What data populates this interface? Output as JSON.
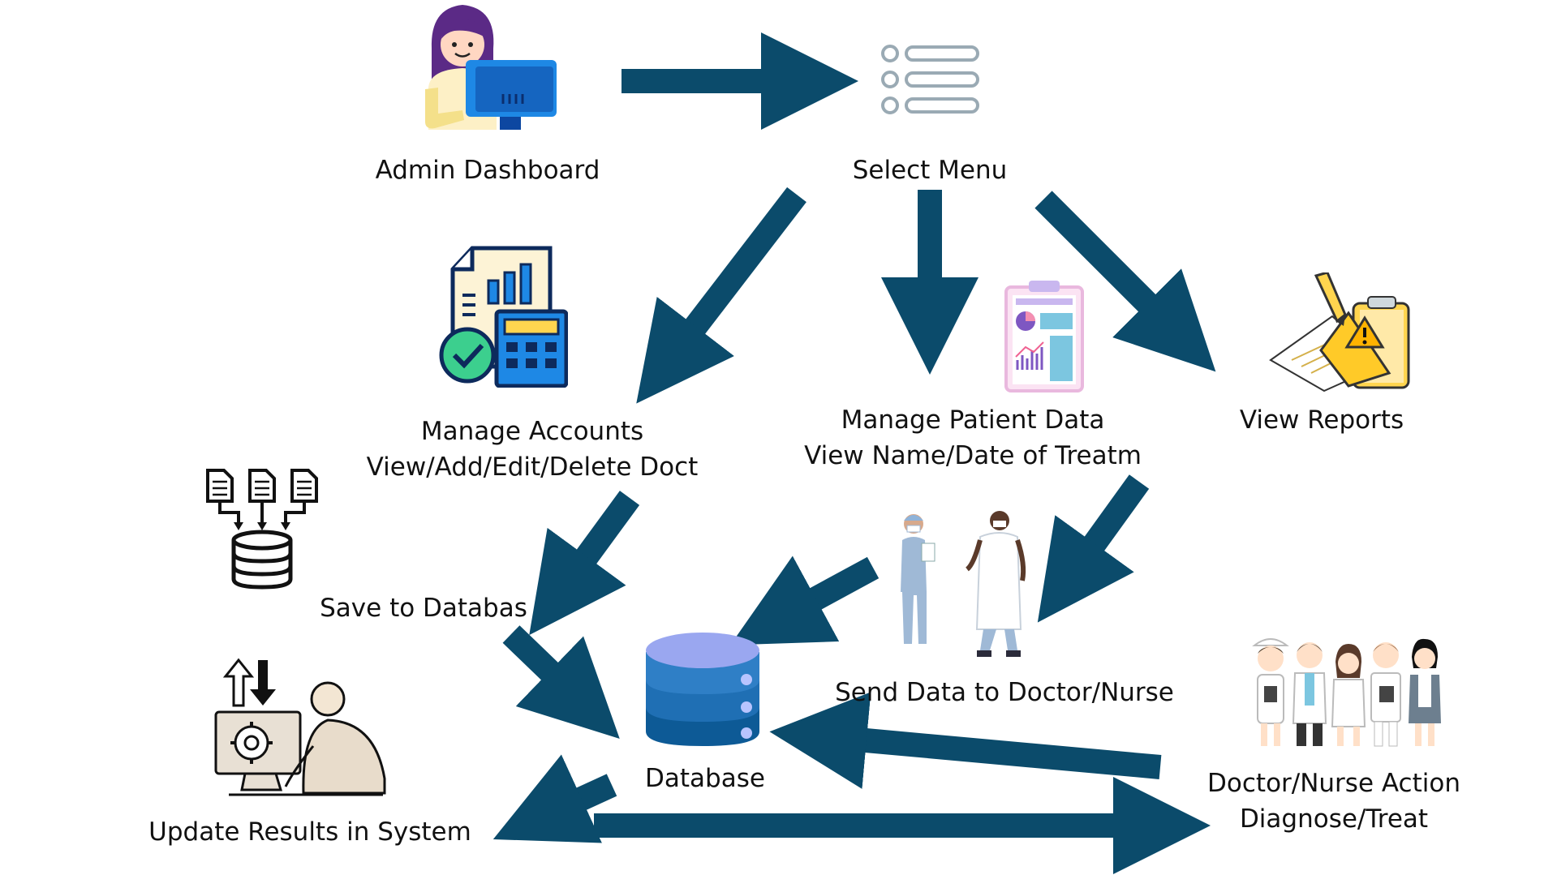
{
  "colors": {
    "arrow": "#0b4b6b",
    "line_gray": "#9aaab4",
    "db_light": "#9aa7f0",
    "db_mid": "#2f7fc6",
    "db_dark": "#0d5a96"
  },
  "nodes": {
    "admin_dashboard": {
      "lines": [
        "Admin Dashboard"
      ],
      "icon": "admin-at-computer-icon"
    },
    "select_menu": {
      "lines": [
        "Select Menu"
      ],
      "icon": "menu-list-icon"
    },
    "manage_accounts": {
      "lines": [
        "Manage Accounts",
        "View/Add/Edit/Delete Doct"
      ],
      "icon": "accounts-calculator-icon"
    },
    "manage_patient_data": {
      "lines": [
        "Manage Patient Data",
        "View Name/Date of Treatm"
      ],
      "icon": "clipboard-report-icon"
    },
    "view_reports": {
      "lines": [
        "View Reports"
      ],
      "icon": "warning-reports-icon"
    },
    "save_to_database": {
      "lines": [
        "Save to Databas"
      ],
      "icon": "documents-to-database-icon"
    },
    "send_data": {
      "lines": [
        "Send Data to Doctor/Nurse"
      ],
      "icon": "doctor-nurse-pair-icon"
    },
    "database": {
      "lines": [
        "Database"
      ],
      "icon": "database-icon"
    },
    "update_results": {
      "lines": [
        "Update Results in System"
      ],
      "icon": "man-at-computer-icon"
    },
    "doctor_nurse_action": {
      "lines": [
        "Doctor/Nurse Action",
        "Diagnose/Treat"
      ],
      "icon": "medical-team-icon"
    }
  }
}
